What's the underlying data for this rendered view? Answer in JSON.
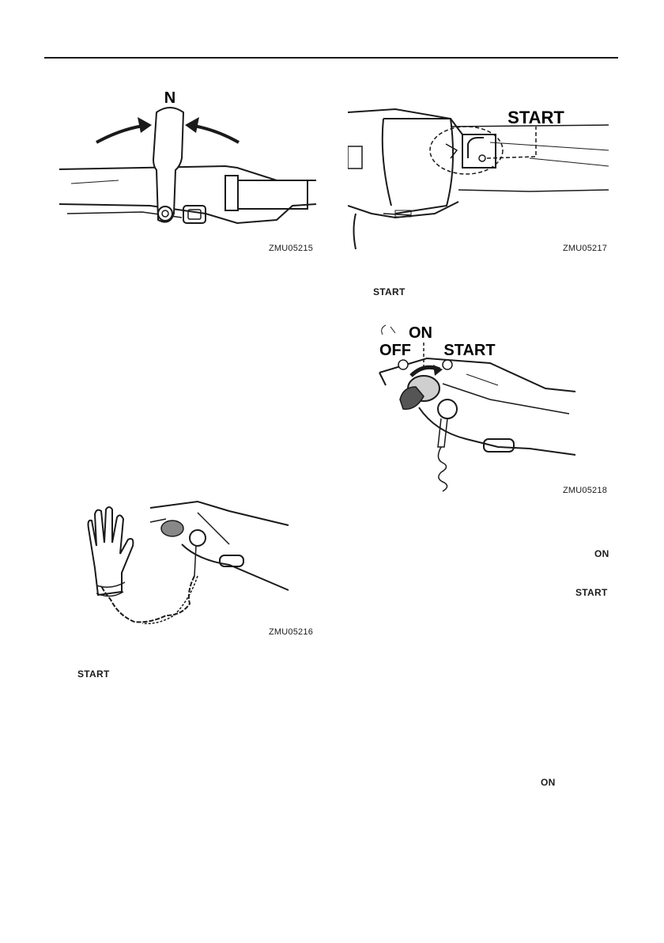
{
  "figures": [
    {
      "code": "ZMU05215",
      "labels": {
        "neutral": "N"
      }
    },
    {
      "code": "ZMU05217",
      "labels": {
        "start": "START"
      }
    },
    {
      "code": "ZMU05218",
      "labels": {
        "on": "ON",
        "off": "OFF",
        "start": "START"
      }
    },
    {
      "code": "ZMU05216"
    }
  ],
  "inline_labels": {
    "start_a": "START",
    "on_a": "ON",
    "start_b": "START",
    "start_c": "START",
    "on_b": "ON"
  }
}
